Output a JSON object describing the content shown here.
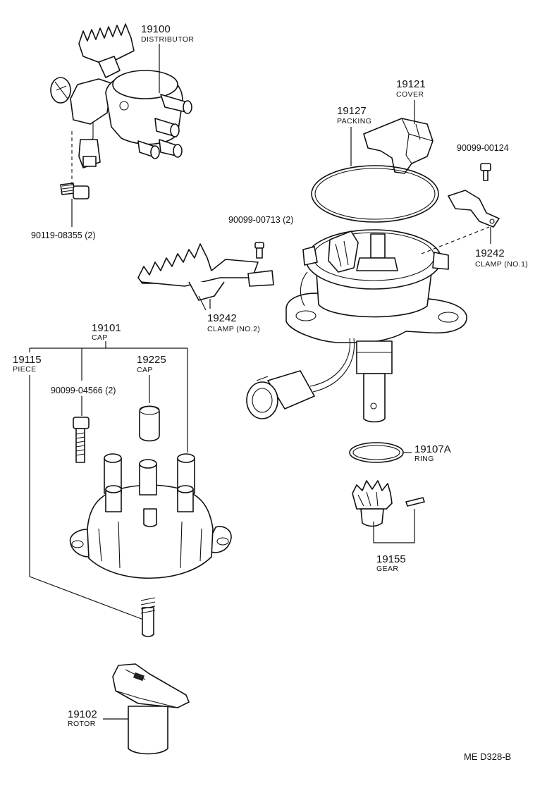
{
  "labels": {
    "distributor": {
      "number": "19100",
      "name": "DISTRIBUTOR"
    },
    "cover": {
      "number": "19121",
      "name": "COVER"
    },
    "packing": {
      "number": "19127",
      "name": "PACKING"
    },
    "bolt_90099_00124": {
      "code": "90099-00124"
    },
    "bolt_90119_08355": {
      "code": "90119-08355 (2)"
    },
    "screw_90099_00713": {
      "code": "90099-00713 (2)"
    },
    "clamp_no1": {
      "number": "19242",
      "name": "CLAMP (NO.1)"
    },
    "clamp_no2": {
      "number": "19242",
      "name": "CLAMP (NO.2)"
    },
    "cap_assy": {
      "number": "19101",
      "name": "CAP"
    },
    "piece": {
      "number": "19115",
      "name": "PIECE"
    },
    "cap_small": {
      "number": "19225",
      "name": "CAP"
    },
    "screw_90099_04566": {
      "code": "90099-04566 (2)"
    },
    "ring": {
      "number": "19107A",
      "name": "RING"
    },
    "gear": {
      "number": "19155",
      "name": "GEAR"
    },
    "rotor": {
      "number": "19102",
      "name": "ROTOR"
    }
  },
  "footer": {
    "code": "ME  D328-B"
  }
}
